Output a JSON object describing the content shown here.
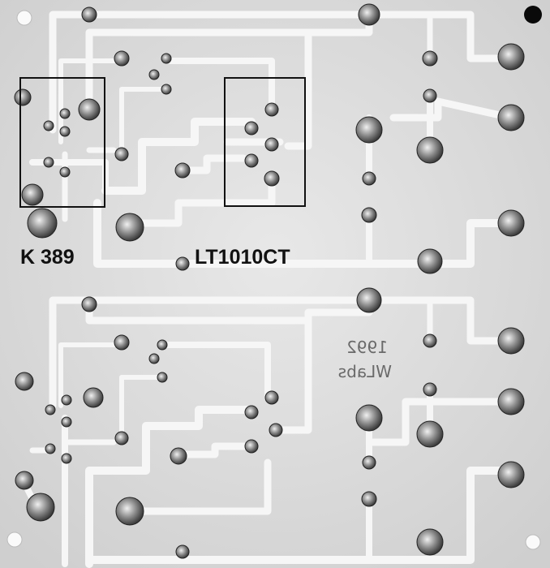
{
  "photo": {
    "subject": "",
    "labels": {
      "chip_left": "K 389",
      "chip_right": "LT1010CT",
      "mirrored_year": "1992",
      "mirrored_brand": "WLabs"
    },
    "colors": {
      "board": "#dcdcdc",
      "trace": "#f6f6f6",
      "pad": "#5f5f5f",
      "outline": "#1a1a1a"
    }
  }
}
